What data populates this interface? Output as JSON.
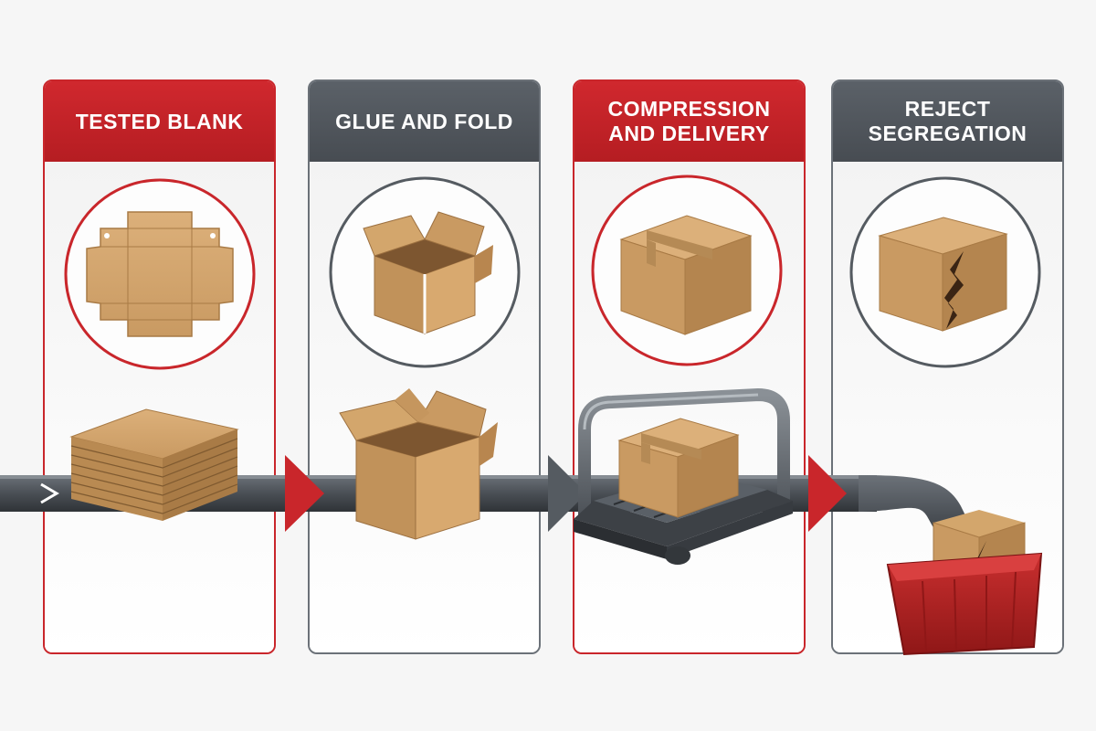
{
  "steps": [
    {
      "title": "TESTED BLANK",
      "accent": "#c9262b",
      "icon": "flat-blank-icon"
    },
    {
      "title": "GLUE AND FOLD",
      "accent": "#555b61",
      "icon": "open-box-icon"
    },
    {
      "title": "COMPRESSION AND DELIVERY",
      "accent": "#c9262b",
      "icon": "taped-box-icon"
    },
    {
      "title": "REJECT SEGREGATION",
      "accent": "#555b61",
      "icon": "damaged-box-icon"
    }
  ],
  "colors": {
    "red": "#c9262b",
    "gray": "#555b61",
    "cardboard": "#c99a62",
    "conveyor": "#4a4f55",
    "bin": "#b62424"
  }
}
